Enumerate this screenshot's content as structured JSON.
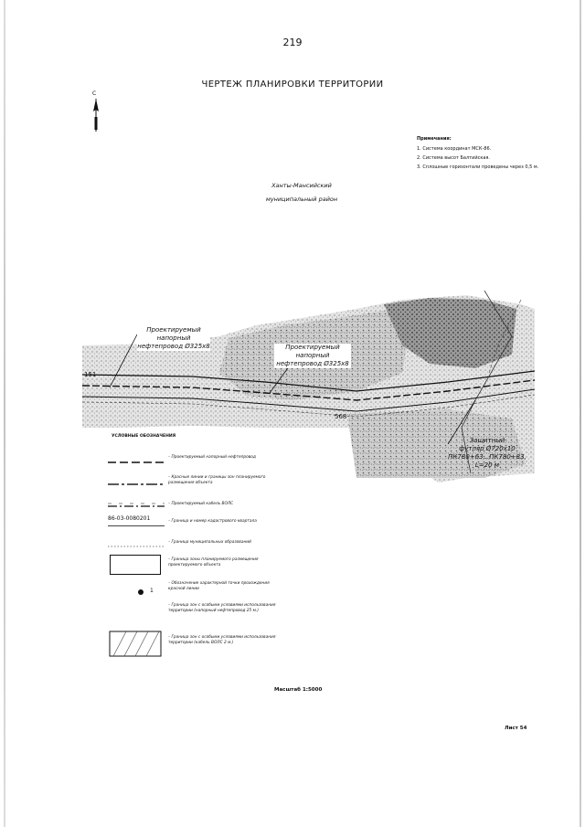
{
  "page_number": "219",
  "title": "ЧЕРТЕЖ ПЛАНИРОВКИ ТЕРРИТОРИИ",
  "north_arrow": {
    "letter": "С",
    "icon": "north-arrow-icon"
  },
  "notes": {
    "title": "Примечания:",
    "items": [
      "1. Система координат МСК-86.",
      "2. Система высот Балтийская.",
      "3. Сплошные горизонтали проведены через 0,5 м."
    ]
  },
  "district_label": [
    "Ханты-Мансийский",
    "муниципальный район"
  ],
  "map": {
    "labels": {
      "pipeline_1": [
        "Проектируемый",
        "напорный",
        "нефтепровод Ø325х8"
      ],
      "pipeline_2": [
        "Проектируемый",
        "напорный",
        "нефтепровод Ø325х8"
      ],
      "crossing": [
        "Защитный",
        "футляр Ø720х10",
        "ПК780+63...ПК780+83,",
        "L=20 м"
      ],
      "number_151": "151",
      "number_568": "568"
    }
  },
  "legend": {
    "title": "УСЛОВНЫЕ ОБОЗНАЧЕНИЯ",
    "items": [
      {
        "text": "– Проектируемый напорный нефтепровод"
      },
      {
        "text": "– Красные линии и границы зон планируемого размещения объекта"
      },
      {
        "text": "– Проектируемый кабель ВОЛС"
      },
      {
        "symbol_text": "86-03-0080201",
        "text": "– Граница и номер кадастрового квартала"
      },
      {
        "text": "– Граница муниципальных образований"
      },
      {
        "text": "– Граница зоны планируемого размещения проектируемого объекта"
      },
      {
        "symbol_text": "1",
        "text": "– Обозначение характерной точки прохождения красной линии"
      },
      {
        "text": "– Граница зон с особыми условиями использования территории (напорный нефтепровод 25 м.)"
      },
      {
        "text": "– Граница зон с особыми условиями использования территории (кабель ВОЛС 2 м.)"
      }
    ]
  },
  "scale": "Масштаб 1:5000",
  "sheet": "Лист 54",
  "colors": {
    "line": "#1a1a1a",
    "hatch": "#555555",
    "red_line": "#222222"
  }
}
